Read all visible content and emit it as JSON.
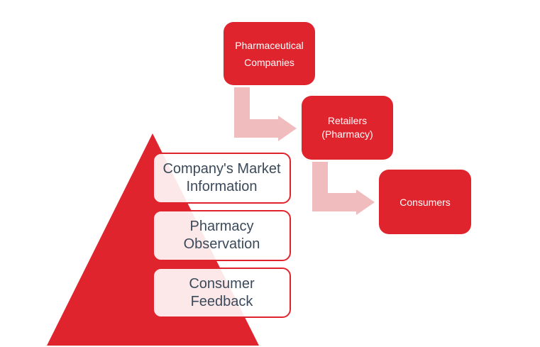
{
  "colors": {
    "primary_red": "#e0242e",
    "arrow_pink": "#f0bcbe",
    "info_fill": "#fde8e9",
    "info_text": "#3b4a5a",
    "white": "#ffffff"
  },
  "flow": {
    "steps": [
      {
        "lines": [
          "Pharmaceutical",
          "Companies"
        ]
      },
      {
        "lines": [
          "Retailers",
          "(Pharmacy)"
        ]
      },
      {
        "lines": [
          "Consumers"
        ]
      }
    ]
  },
  "pyramid": {
    "levels": [
      {
        "lines": [
          "Company's Market",
          "Information"
        ]
      },
      {
        "lines": [
          "Pharmacy",
          "Observation"
        ]
      },
      {
        "lines": [
          "Consumer",
          "Feedback"
        ]
      }
    ]
  }
}
